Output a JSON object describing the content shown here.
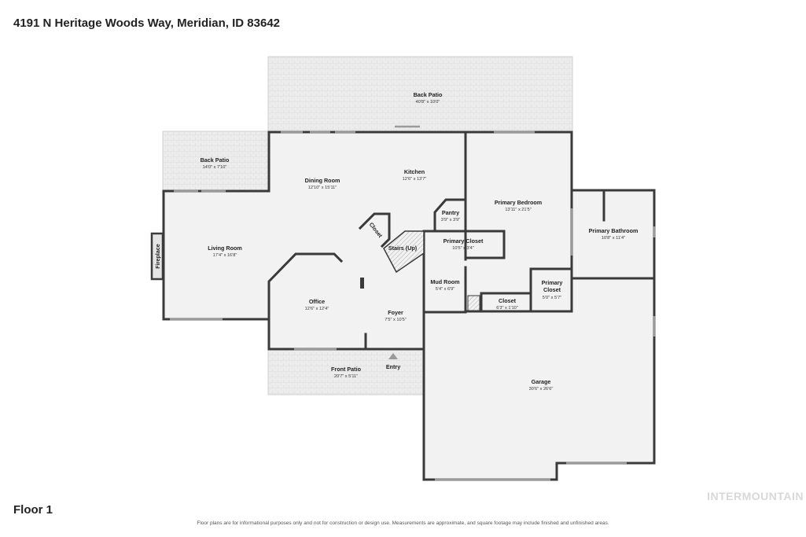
{
  "address": "4191 N Heritage Woods Way, Meridian, ID 83642",
  "floor": "Floor 1",
  "watermark": "INTERMOUNTAIN",
  "disclaimer": "Floor plans are for informational purposes only and not for construction or design use. Measurements are approximate, and square footage may include finished and unfinished areas.",
  "colors": {
    "wall": "#3a3a3a",
    "floor": "#f2f2f2",
    "patio": "#ebebeb",
    "text": "#222222"
  },
  "rooms": {
    "back_patio_top": {
      "name": "Back Patio",
      "dim": "40'8\" x 10'0\""
    },
    "back_patio_left": {
      "name": "Back Patio",
      "dim": "14'0\" x 7'10\""
    },
    "dining_room": {
      "name": "Dining Room",
      "dim": "12'10\" x 15'11\""
    },
    "kitchen": {
      "name": "Kitchen",
      "dim": "12'6\" x 13'7\""
    },
    "primary_bedroom": {
      "name": "Primary Bedroom",
      "dim": "13'11\" x 21'5\""
    },
    "pantry": {
      "name": "Pantry",
      "dim": "3'9\" x 3'9\""
    },
    "closet_small": {
      "name": "Closet"
    },
    "primary_bathroom": {
      "name": "Primary Bathroom",
      "dim": "10'8\" x 11'4\""
    },
    "living_room": {
      "name": "Living Room",
      "dim": "17'4\" x 16'8\""
    },
    "stairs": {
      "name": "Stairs (Up)"
    },
    "primary_closet_1": {
      "name": "Primary Closet",
      "dim": "10'5\" x 3'4\""
    },
    "mud_room": {
      "name": "Mud Room",
      "dim": "5'4\" x 6'9\""
    },
    "primary_closet_2": {
      "name_line1": "Primary",
      "name_line2": "Closet",
      "dim": "5'0\" x 5'7\""
    },
    "office": {
      "name": "Office",
      "dim": "12'6\" x 12'4\""
    },
    "closet_hall": {
      "name": "Closet",
      "dim": "6'3\" x 1'10\""
    },
    "foyer": {
      "name": "Foyer",
      "dim": "7'5\" x 10'5\""
    },
    "front_patio": {
      "name": "Front Patio",
      "dim": "20'7\" x 5'11\""
    },
    "entry": {
      "name": "Entry"
    },
    "garage": {
      "name": "Garage",
      "dim": "30'6\" x 26'6\""
    },
    "fireplace": {
      "name": "Fireplace"
    }
  }
}
